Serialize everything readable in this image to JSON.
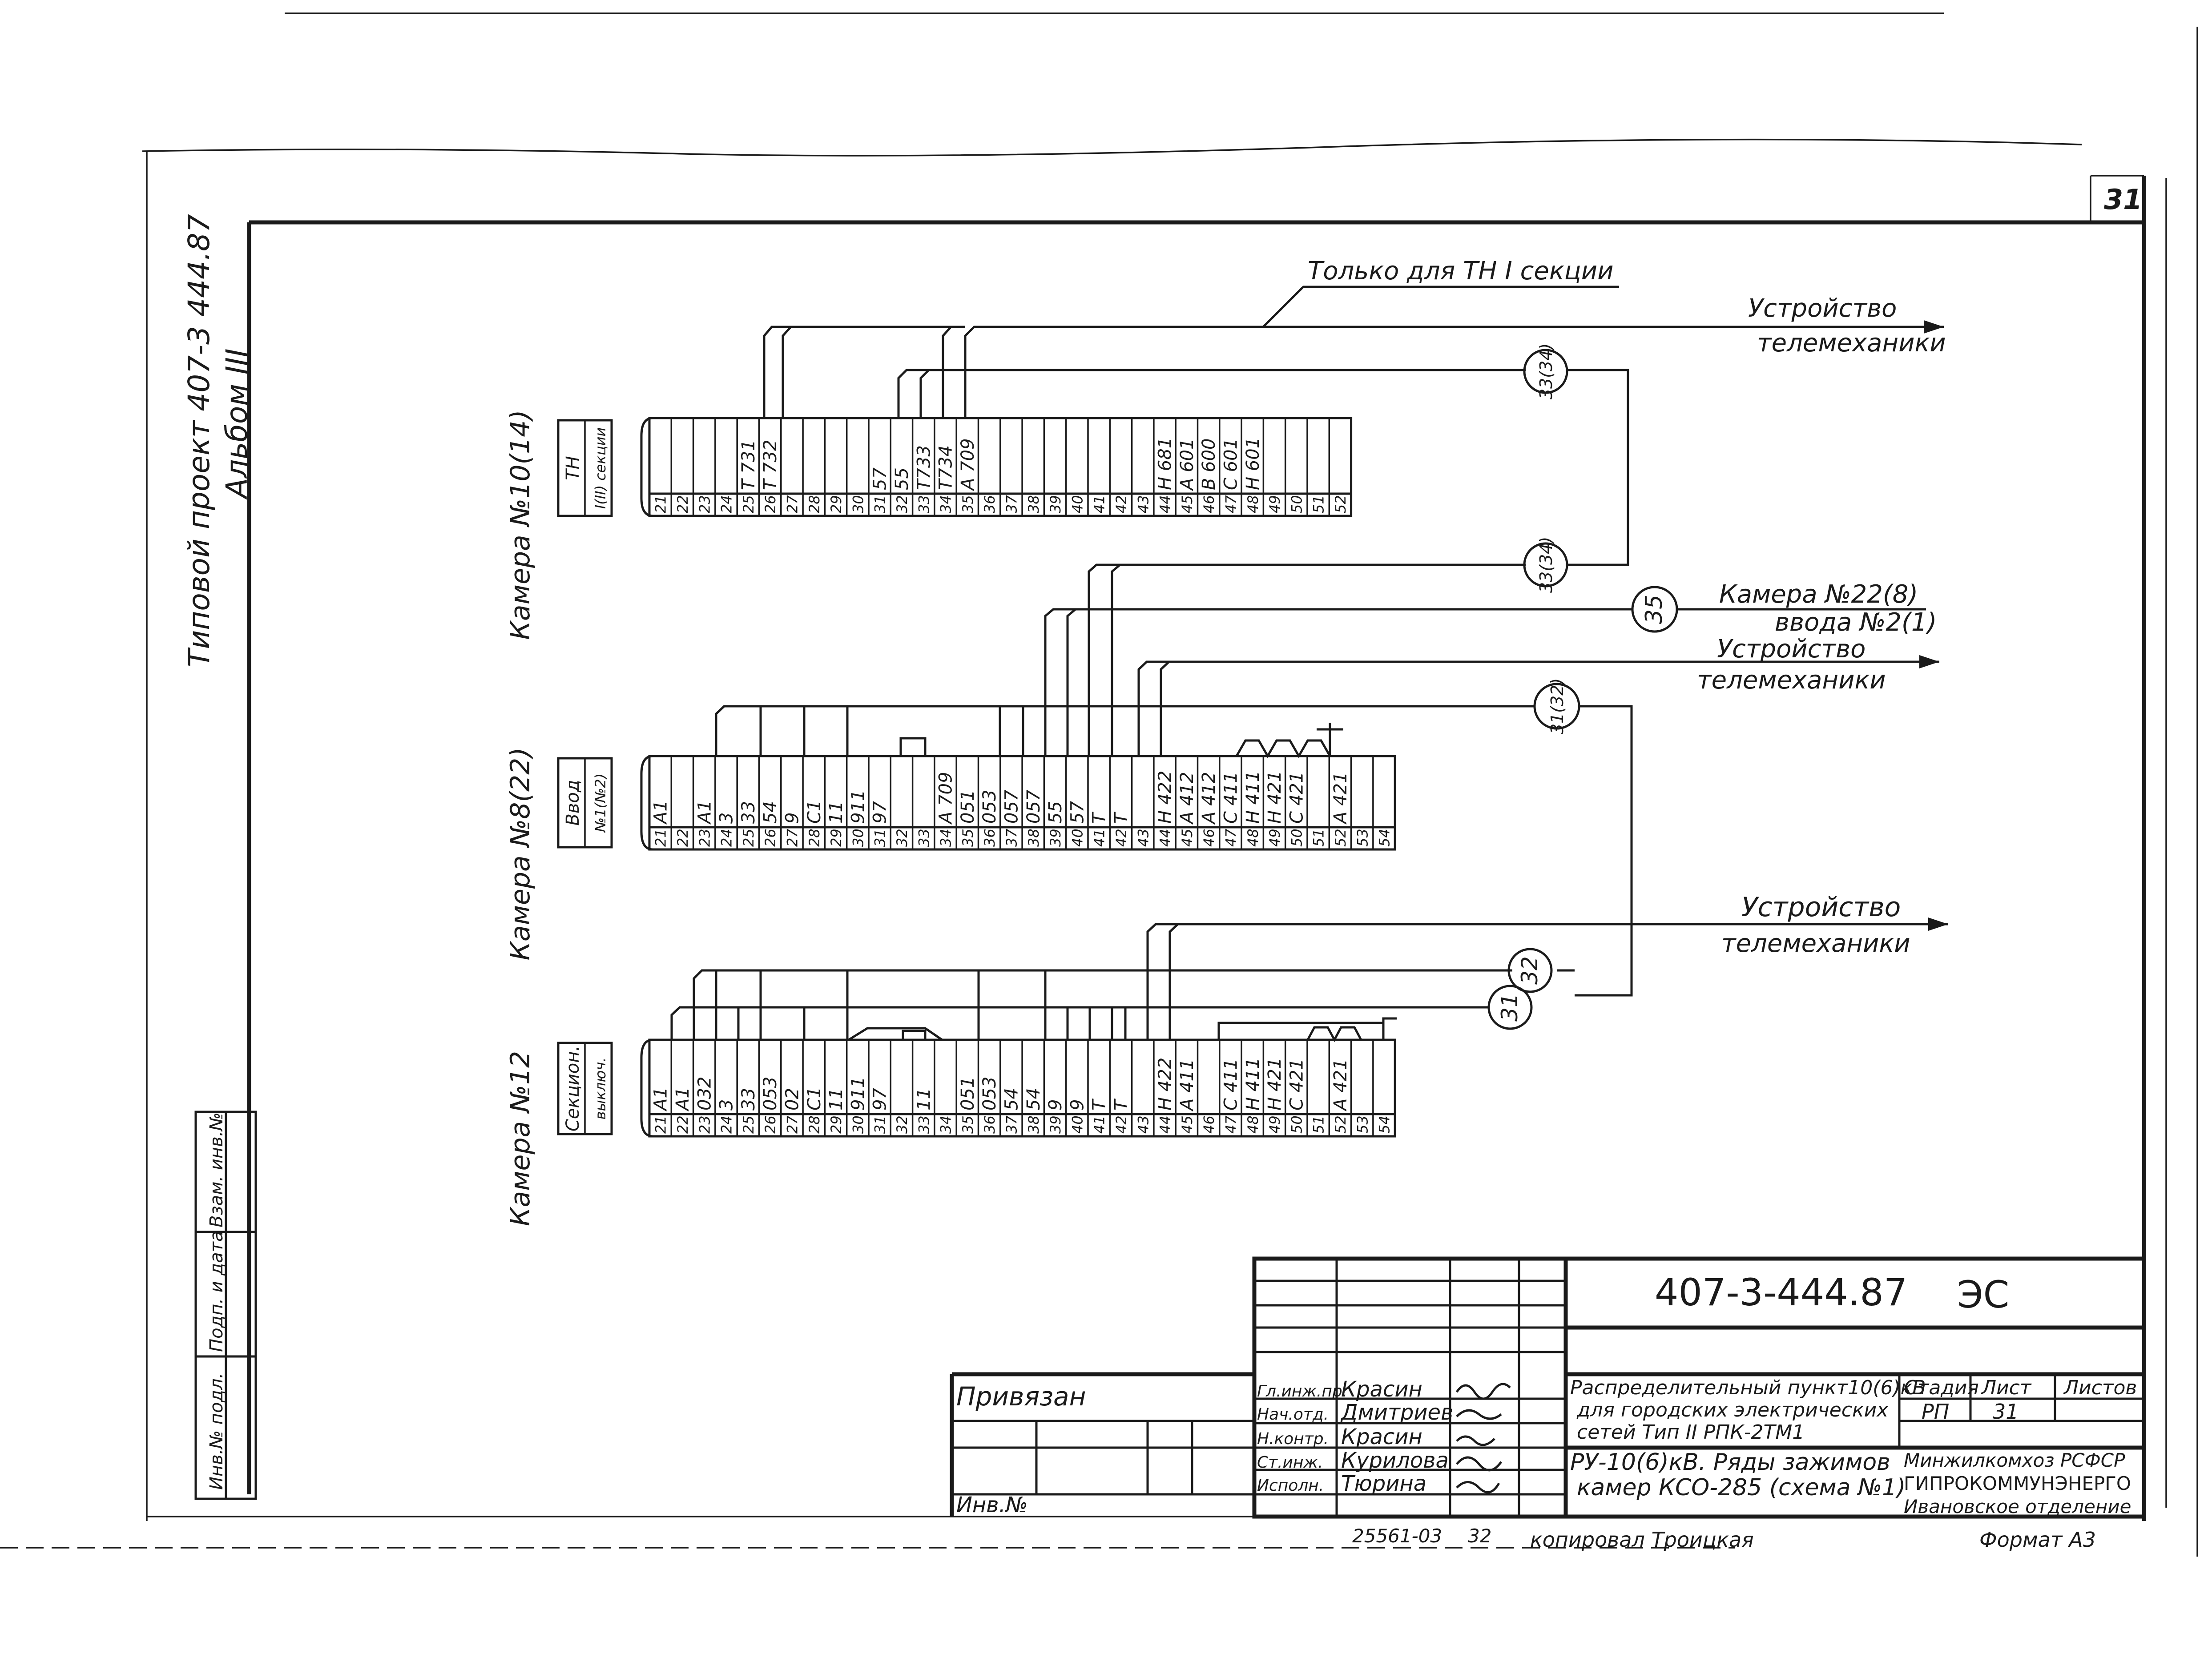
{
  "sheet_number": "31",
  "side_caption": {
    "line1": "Типовой  проект 407-3 444.87",
    "line2": "Альбом III"
  },
  "top_note": "Только для ТН I секции",
  "destinations": {
    "telemech_1": [
      "Устройство",
      "телемеханики"
    ],
    "camera22": [
      "Камера №22(8)",
      "ввода №2(1)"
    ],
    "telemech_2": [
      "Устройство",
      "телемеханики"
    ],
    "telemech_3": [
      "Устройство",
      "телемеханики"
    ]
  },
  "circle_tags": {
    "c1": "33(34)",
    "c2": "33(34)",
    "c3": "35",
    "c4": "31(32)",
    "c5": "32",
    "c6": "31"
  },
  "blocks": [
    {
      "camera_label": "Камера №10(14)",
      "device_label": [
        "ТН",
        "I(II) секции"
      ],
      "numbers": [
        "21",
        "22",
        "23",
        "24",
        "25",
        "26",
        "27",
        "28",
        "29",
        "30",
        "31",
        "32",
        "33",
        "34",
        "35",
        "36",
        "37",
        "38",
        "39",
        "40",
        "41",
        "42",
        "43",
        "44",
        "45",
        "46",
        "47",
        "48",
        "49",
        "50",
        "51",
        "52"
      ],
      "marks": [
        "",
        "",
        "",
        "",
        "Т 731",
        "Т 732",
        "",
        "",
        "",
        "",
        "57",
        "55",
        "Т733",
        "Т734",
        "А 709",
        "",
        "",
        "",
        "",
        "",
        "",
        "",
        "",
        "Н 681",
        "А 601",
        "В 600",
        "С 601",
        "Н 601",
        "",
        "",
        "",
        ""
      ]
    },
    {
      "camera_label": "Камера №8(22)",
      "device_label": [
        "Ввод",
        "№1(№2)"
      ],
      "numbers": [
        "21",
        "22",
        "23",
        "24",
        "25",
        "26",
        "27",
        "28",
        "29",
        "30",
        "31",
        "32",
        "33",
        "34",
        "35",
        "36",
        "37",
        "38",
        "39",
        "40",
        "41",
        "42",
        "43",
        "44",
        "45",
        "46",
        "47",
        "48",
        "49",
        "50",
        "51",
        "52",
        "53",
        "54"
      ],
      "marks": [
        "А1",
        "",
        "А1",
        "3",
        "33",
        "54",
        "9",
        "С1",
        "11",
        "911",
        "97",
        "",
        "",
        "А 709",
        "051",
        "053",
        "057",
        "057",
        "55",
        "57",
        "Т",
        "Т",
        "",
        "Н 422",
        "А 412",
        "А 412",
        "С 411",
        "Н 411",
        "Н 421",
        "С 421",
        "",
        "А 421",
        "",
        ""
      ]
    },
    {
      "camera_label": "Камера №12",
      "device_label": [
        "Секцион.",
        "выключ."
      ],
      "numbers": [
        "21",
        "22",
        "23",
        "24",
        "25",
        "26",
        "27",
        "28",
        "29",
        "30",
        "31",
        "32",
        "33",
        "34",
        "35",
        "36",
        "37",
        "38",
        "39",
        "40",
        "41",
        "42",
        "43",
        "44",
        "45",
        "46",
        "47",
        "48",
        "49",
        "50",
        "51",
        "52",
        "53",
        "54"
      ],
      "marks": [
        "А1",
        "А1",
        "032",
        "3",
        "33",
        "053",
        "02",
        "С1",
        "11",
        "911",
        "97",
        "",
        "11",
        "",
        "051",
        "053",
        "54",
        "54",
        "9",
        "9",
        "Т",
        "Т",
        "",
        "Н 422",
        "А 411",
        "",
        "С 411",
        "Н 411",
        "Н 421",
        "С 421",
        "",
        "А 421",
        "",
        ""
      ]
    }
  ],
  "title_block": {
    "designation": "407-3-444.87",
    "code": "ЭС",
    "bound_label": "Привязан",
    "inv_label": "Инв.№",
    "roles": [
      "Гл.инж.пр.",
      "Нач.отд.",
      "Н.контр.",
      "Ст.инж.",
      "Исполн."
    ],
    "names": [
      "Красин",
      "Дмитриев",
      "Красин",
      "Курилова",
      "Тюрина"
    ],
    "description1": [
      "Распределительный пункт10(6)кВ",
      "для городских электрических",
      "сетей Тип II РПК-2ТМ1"
    ],
    "description2": [
      "РУ-10(6)кВ. Ряды зажимов",
      "камер КСО-285 (схема №1)"
    ],
    "stage_label": "Стадия",
    "sheet_label": "Лист",
    "sheets_label": "Листов",
    "stage_value": "РП",
    "sheet_value": "31",
    "org": [
      "Минжилкомхоз РСФСР",
      "ГИПРОКОММУНЭНЕРГО",
      "Ивановское отделение"
    ]
  },
  "bottom_line": {
    "order": "25561-03",
    "copy_sheet": "32",
    "copied": "копировал Троицкая",
    "format": "Формат А3"
  },
  "left_strip": [
    "Инв.№ подл.",
    "Подп. и дата",
    "Взам. инв.№"
  ]
}
